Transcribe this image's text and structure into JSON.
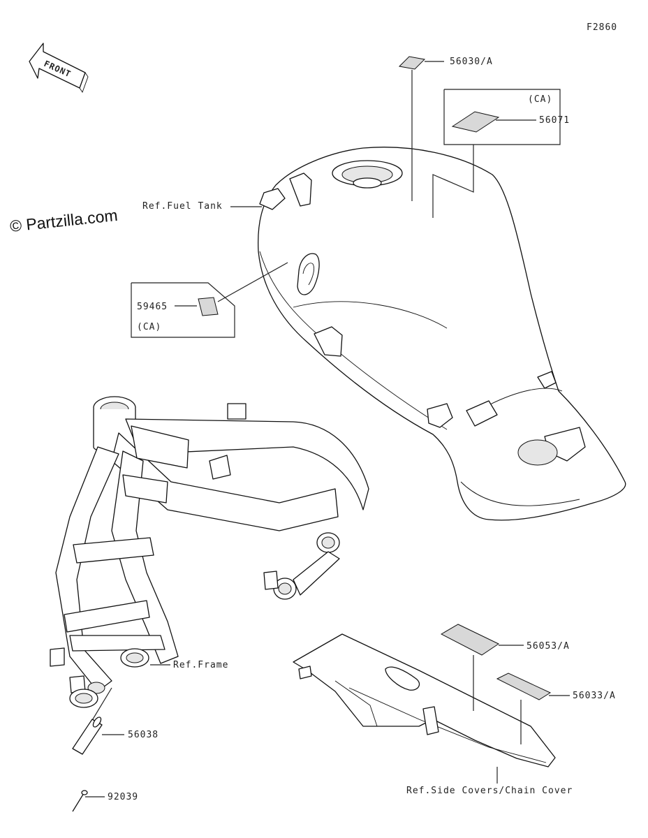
{
  "figure_code": "F2860",
  "watermark": "© Partzilla.com",
  "front_arrow_text": "FRONT",
  "callouts": {
    "p56030A": "56030/A",
    "p56071": "56071",
    "ca_top": "(CA)",
    "ref_fuel_tank": "Ref.Fuel Tank",
    "p59465": "59465",
    "ca_left": "(CA)",
    "ref_frame": "Ref.Frame",
    "p56038": "56038",
    "p92039": "92039",
    "p56053A": "56053/A",
    "p56033A": "56033/A",
    "ref_side_covers": "Ref.Side Covers/Chain Cover"
  }
}
